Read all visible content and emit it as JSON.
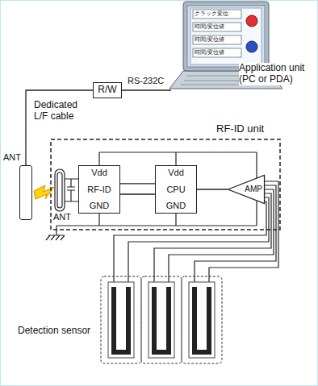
{
  "diagram": {
    "nodes": [
      {
        "text": [
          "Application unit (PC or PDA)"
        ]
      },
      {
        "text": [
          "R/W"
        ]
      },
      {
        "text": [
          "ANT"
        ]
      },
      {
        "text": [
          "RF-ID unit"
        ]
      },
      {
        "text": [
          "Vdd",
          "RF-ID",
          "GND"
        ],
        "in": 3
      },
      {
        "text": [
          "Vdd",
          "CPU",
          "GND"
        ],
        "in": 3
      },
      {
        "text": [
          "AMP"
        ],
        "in": 3
      }
    ],
    "edges": [
      {
        "from": 0,
        "to": 1,
        "arrow": "none",
        "label": "RS-232C"
      },
      {
        "from": 1,
        "to": 2,
        "arrow": "none",
        "label": "Dedicated L/F cable"
      },
      {
        "from": 4,
        "to": 5,
        "arrow": "none"
      },
      {
        "from": 4,
        "to": 5,
        "arrow": "none"
      },
      {
        "from": 5,
        "to": 6,
        "arrow": "none"
      }
    ],
    "labels": [
      "クラック変位",
      "時間/変位値",
      "時間/変位値",
      "時間/変位値",
      "ANT",
      "Detection sensor"
    ]
  }
}
